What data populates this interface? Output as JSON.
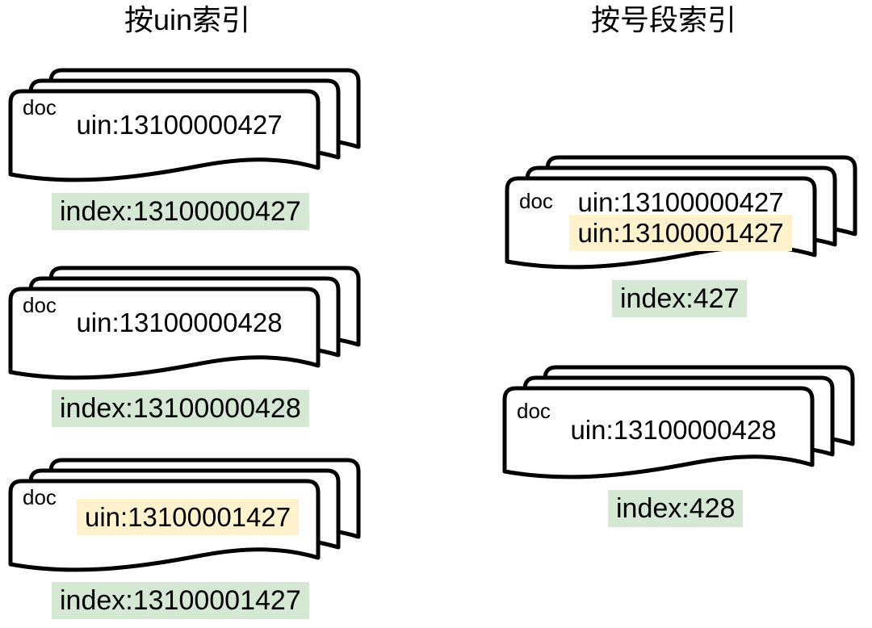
{
  "left_column": {
    "title": "按uin索引",
    "stacks": [
      {
        "doc_label": "doc",
        "lines": [
          {
            "text": "uin:13100000427",
            "highlight": "none"
          }
        ],
        "index_label": "index:13100000427"
      },
      {
        "doc_label": "doc",
        "lines": [
          {
            "text": "uin:13100000428",
            "highlight": "none"
          }
        ],
        "index_label": "index:13100000428"
      },
      {
        "doc_label": "doc",
        "lines": [
          {
            "text": "uin:13100001427",
            "highlight": "yellow"
          }
        ],
        "index_label": "index:13100001427"
      }
    ]
  },
  "right_column": {
    "title": "按号段索引",
    "stacks": [
      {
        "doc_label": "doc",
        "lines": [
          {
            "text": "uin:13100000427",
            "highlight": "none"
          },
          {
            "text": "uin:13100001427",
            "highlight": "yellow"
          }
        ],
        "index_label": "index:427"
      },
      {
        "doc_label": "doc",
        "lines": [
          {
            "text": "uin:13100000428",
            "highlight": "none"
          }
        ],
        "index_label": "index:428"
      }
    ]
  },
  "colors": {
    "page_bg": "#ffffff",
    "outline": "#000000",
    "index_badge_bg": "#d5e8d4",
    "uin_highlight_bg": "#fff2cc"
  }
}
